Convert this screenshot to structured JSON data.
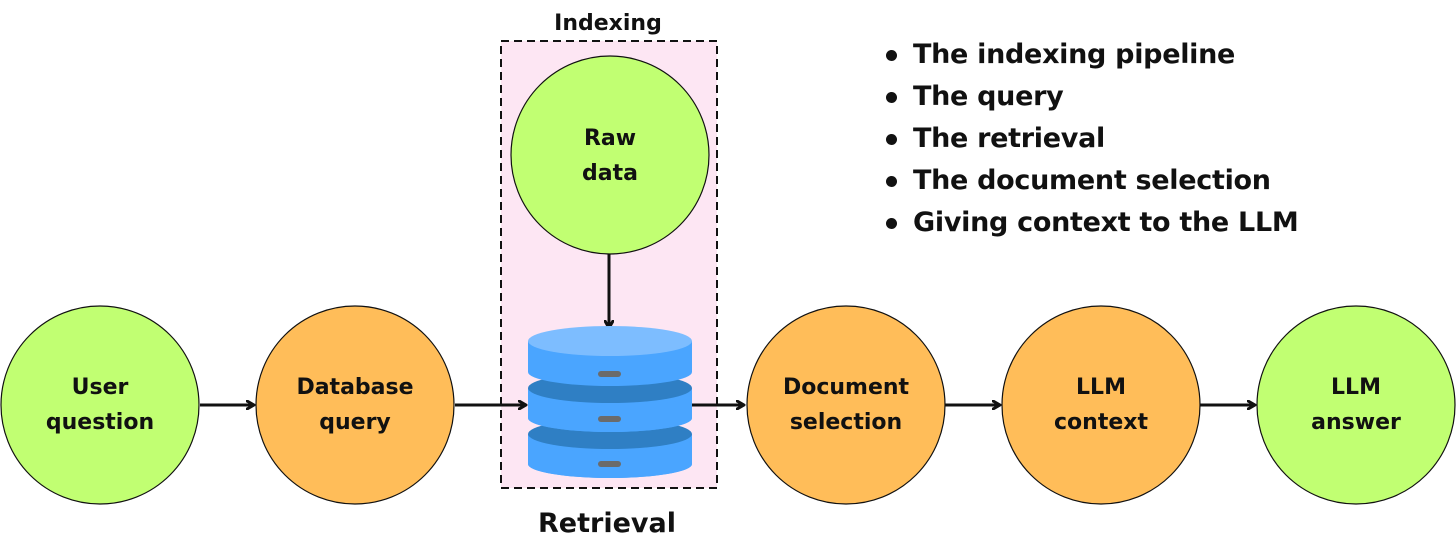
{
  "colors": {
    "green_node": "#c1ff72",
    "orange_node": "#ffbd59",
    "indexing_box_bg": "#fde6f3",
    "db_top": "#7dbdff",
    "db_side": "#4aa5ff",
    "db_band": "#2f7fc4",
    "db_slot": "#6b6b6b",
    "stroke": "#111111"
  },
  "sections": {
    "indexing_label": "Indexing",
    "retrieval_label": "Retrieval"
  },
  "nodes": [
    {
      "id": "user-question",
      "lines": [
        "User",
        "question"
      ],
      "color": "green"
    },
    {
      "id": "database-query",
      "lines": [
        "Database",
        "query"
      ],
      "color": "orange"
    },
    {
      "id": "raw-data",
      "lines": [
        "Raw",
        "data"
      ],
      "color": "green"
    },
    {
      "id": "document-selection",
      "lines": [
        "Document",
        "selection"
      ],
      "color": "orange"
    },
    {
      "id": "llm-context",
      "lines": [
        "LLM",
        "context"
      ],
      "color": "orange"
    },
    {
      "id": "llm-answer",
      "lines": [
        "LLM",
        "answer"
      ],
      "color": "green"
    }
  ],
  "database": {
    "icon": "database-icon",
    "layers": 3
  },
  "bullets": [
    "The indexing pipeline",
    "The query",
    "The retrieval",
    "The document selection",
    "Giving context to the LLM"
  ]
}
